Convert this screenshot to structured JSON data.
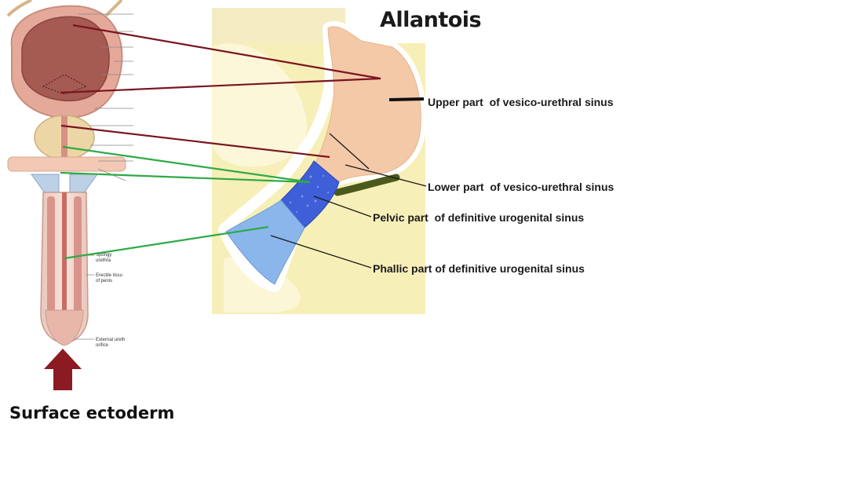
{
  "title": "Allantois",
  "labels": {
    "upper_a": "Upper part",
    "upper_b": "of vesico-urethral sinus",
    "lower_a": "Lower part",
    "lower_b": "of vesico-urethral sinus",
    "pelvic_a": "Pelvic part",
    "pelvic_b": "of definitive urogenital sinus",
    "phallic_a": "Phallic part",
    "phallic_b": "of definitive urogenital sinus"
  },
  "small_labels": {
    "spongy": "Spongy\nurethra",
    "erectile": "Erectile tissu\nof penis",
    "external": "External ureth\norifice"
  },
  "caption": "Surface ectoderm",
  "colors": {
    "connector_red": "#7a1420",
    "connector_green": "#2eaa44",
    "pelvic_blue": "#3f5fd8",
    "phallic_blue": "#8ab6ec",
    "sinus_peach": "#f3c9a8",
    "background_yellow": "#f7efb8",
    "arrow": "#8b1a22"
  }
}
